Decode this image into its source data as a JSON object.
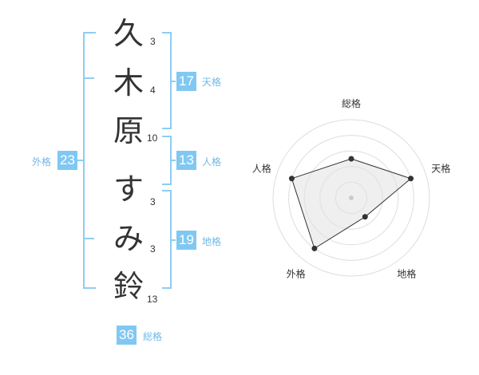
{
  "name_chars": [
    {
      "char": "久",
      "strokes": "3"
    },
    {
      "char": "木",
      "strokes": "4"
    },
    {
      "char": "原",
      "strokes": "10"
    },
    {
      "char": "す",
      "strokes": "3"
    },
    {
      "char": "み",
      "strokes": "3"
    },
    {
      "char": "鈴",
      "strokes": "13"
    }
  ],
  "fortunes": {
    "tenkaku": {
      "value": "17",
      "label": "天格"
    },
    "jinkaku": {
      "value": "13",
      "label": "人格"
    },
    "chikaku": {
      "value": "19",
      "label": "地格"
    },
    "gaikaku": {
      "value": "23",
      "label": "外格"
    },
    "soukaku": {
      "value": "36",
      "label": "総格"
    }
  },
  "colors": {
    "accent": "#80c8f2",
    "bracket": "#8ecdf2",
    "ring": "#dddddd",
    "fill": "#eeeeee"
  },
  "chart_data": {
    "type": "radar",
    "axes": [
      "総格",
      "天格",
      "地格",
      "外格",
      "人格"
    ],
    "max": 5,
    "rings": 4,
    "values": [
      2.5,
      4,
      1.5,
      4,
      4
    ]
  }
}
